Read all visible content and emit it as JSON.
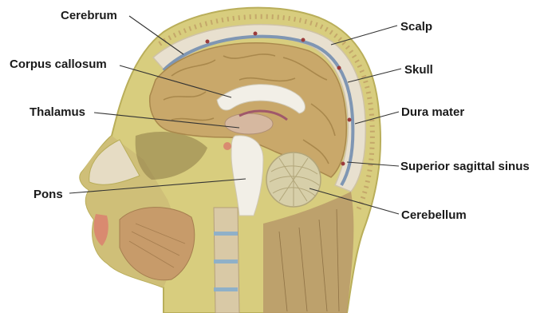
{
  "labels": {
    "cerebrum": "Cerebrum",
    "corpus_callosum": "Corpus callosum",
    "thalamus": "Thalamus",
    "pons": "Pons",
    "scalp": "Scalp",
    "skull": "Skull",
    "dura_mater": "Dura mater",
    "superior_sagittal_sinus": "Superior sagittal sinus",
    "cerebellum": "Cerebellum"
  },
  "colors": {
    "skin": "#d8cd7e",
    "skin_edge": "#b9ae5a",
    "skull": "#e8e0cf",
    "dura": "#7f96b3",
    "brain": "#c9a86a",
    "brain_fold": "#a9884c",
    "white_matter": "#f2efe7",
    "label_text": "#1a1a1a"
  }
}
